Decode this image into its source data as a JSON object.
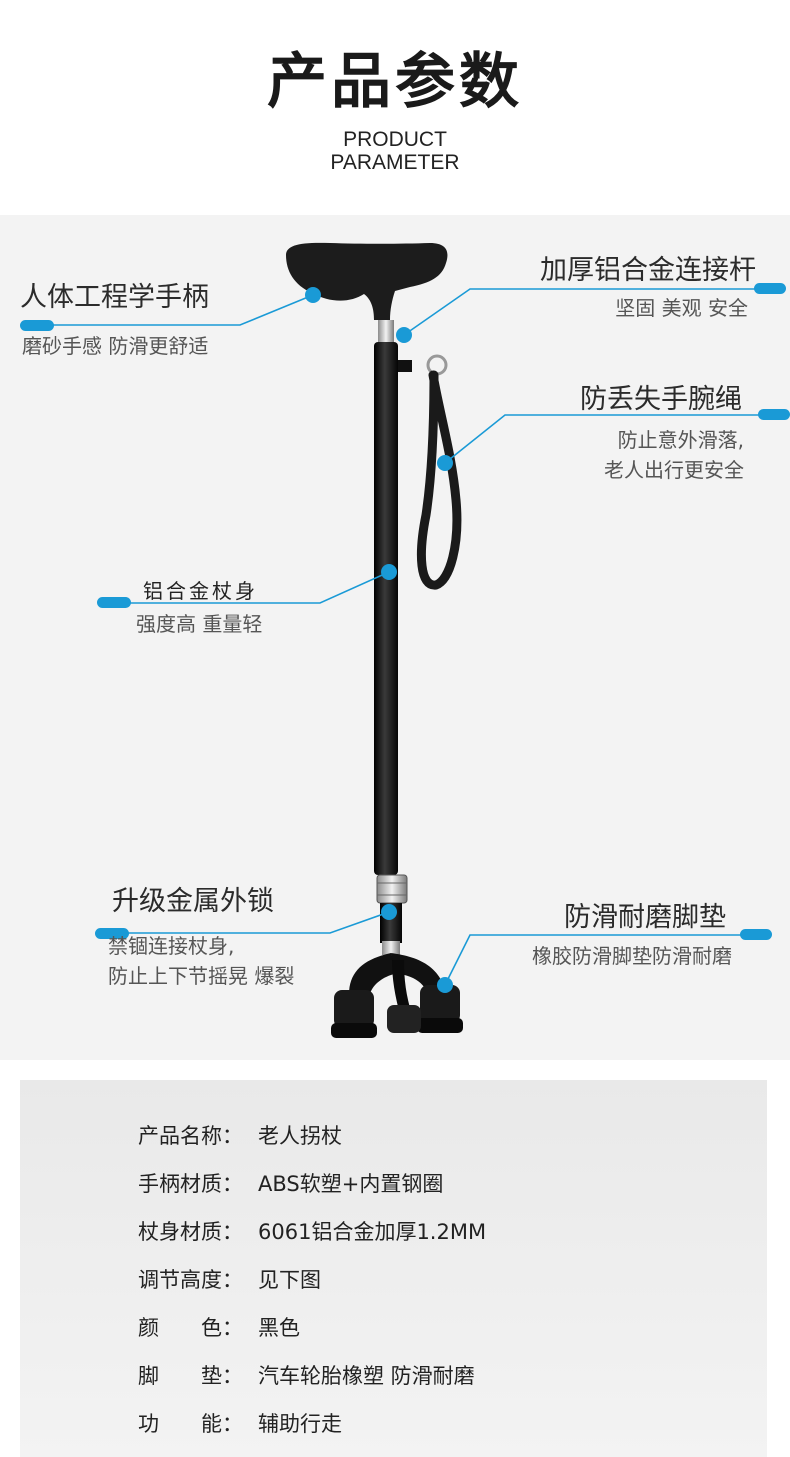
{
  "header": {
    "title_cn": "产品参数",
    "title_en_line1": "PRODUCT",
    "title_en_line2": "PARAMETER"
  },
  "colors": {
    "accent": "#1a9ad6",
    "panel": "#f3f3f3",
    "cane": "#111111"
  },
  "features": {
    "handle": {
      "title": "人体工程学手柄",
      "sub": "磨砂手感 防滑更舒适"
    },
    "connector": {
      "title": "加厚铝合金连接杆",
      "sub": "坚固 美观 安全"
    },
    "strap": {
      "title": "防丢失手腕绳",
      "sub1": "防止意外滑落,",
      "sub2": "老人出行更安全"
    },
    "body": {
      "title": "铝合金杖身",
      "sub": "强度高 重量轻"
    },
    "lock": {
      "title": "升级金属外锁",
      "sub1": "禁锢连接杖身,",
      "sub2": "防止上下节摇晃 爆裂"
    },
    "foot": {
      "title": "防滑耐磨脚垫",
      "sub": "橡胶防滑脚垫防滑耐磨"
    }
  },
  "specs": [
    {
      "key": "产品名称：",
      "value": "老人拐杖"
    },
    {
      "key": "手柄材质：",
      "value": "ABS软塑+内置钢圈"
    },
    {
      "key": "杖身材质：",
      "value": "6061铝合金加厚1.2MM"
    },
    {
      "key": "调节高度：",
      "value": "见下图"
    },
    {
      "key": "颜　　色：",
      "value": "黑色"
    },
    {
      "key": "脚　　垫：",
      "value": "汽车轮胎橡塑 防滑耐磨"
    },
    {
      "key": "功　　能：",
      "value": "辅助行走"
    }
  ]
}
